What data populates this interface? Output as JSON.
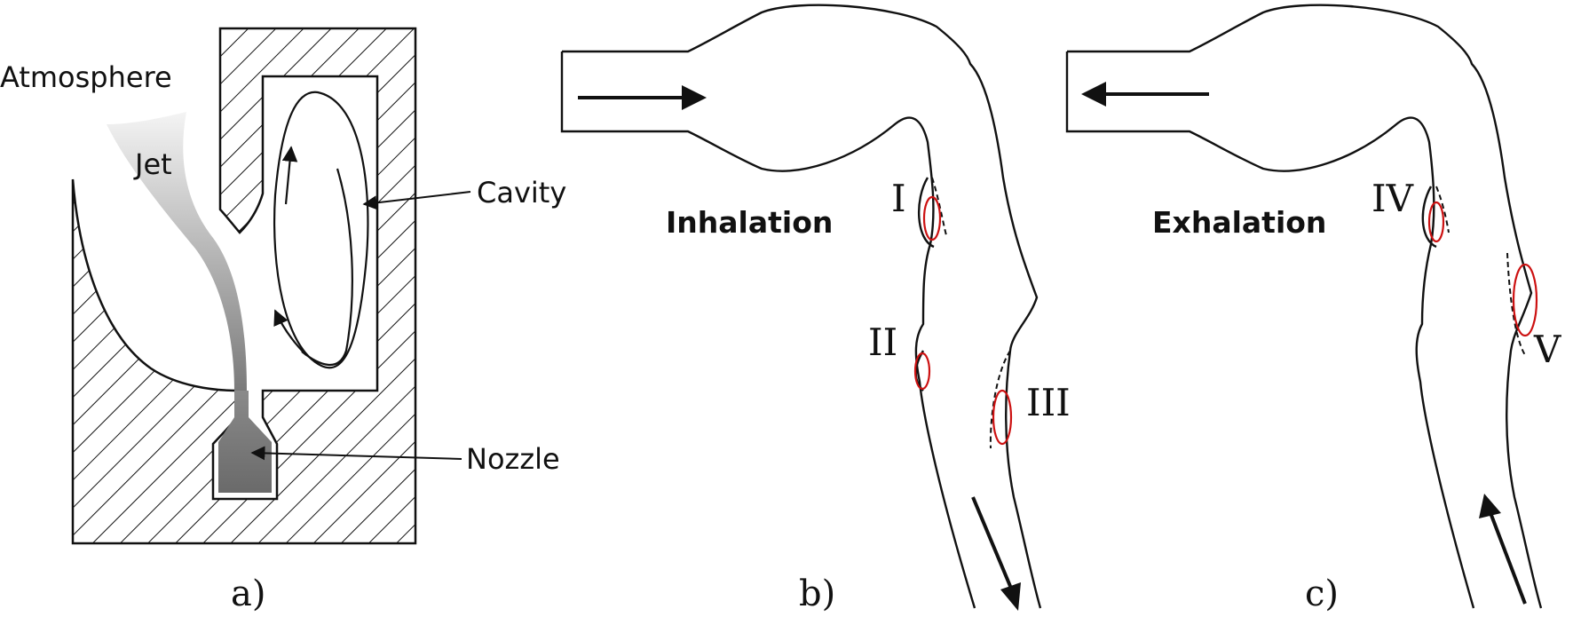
{
  "panel_a": {
    "labels": {
      "atmosphere": "Atmosphere",
      "jet": "Jet",
      "cavity": "Cavity",
      "nozzle": "Nozzle"
    },
    "caption": "a)"
  },
  "panel_b": {
    "title": "Inhalation",
    "caption": "b)",
    "regions": [
      "I",
      "II",
      "III"
    ]
  },
  "panel_c": {
    "title": "Exhalation",
    "caption": "c)",
    "regions": [
      "IV",
      "V"
    ]
  },
  "colors": {
    "line": "#111111",
    "vortex": "#cc1111",
    "hatch": "#111111"
  }
}
